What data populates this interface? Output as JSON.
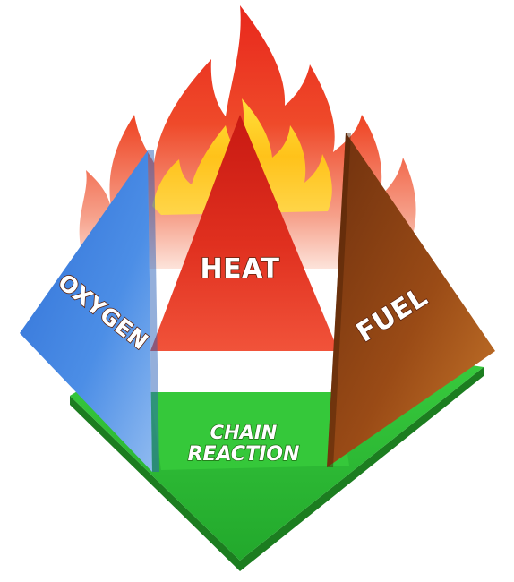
{
  "diagram": {
    "labels": {
      "heat": "HEAT",
      "oxygen": "OXYGEN",
      "fuel": "FUEL",
      "chain_line1": "CHAIN",
      "chain_line2": "REACTION"
    },
    "colors": {
      "heat": "#d92a1c",
      "oxygen": "#3f7fdc",
      "fuel": "#8a4414",
      "chain_reaction": "#33c23a",
      "flame": "#ef3b1e",
      "flame_core": "#ffd21f"
    }
  }
}
